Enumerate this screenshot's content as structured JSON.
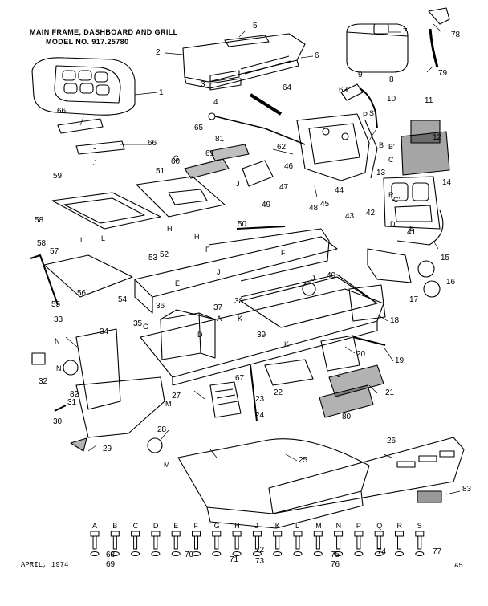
{
  "header": {
    "title": "MAIN FRAME, DASHBOARD AND GRILL",
    "model": "MODEL NO. 917.25780"
  },
  "footer": {
    "date": "APRIL, 1974",
    "page": "A5"
  },
  "callouts": [
    "1",
    "2",
    "3",
    "4",
    "5",
    "6",
    "7",
    "8",
    "9",
    "10",
    "11",
    "12",
    "13",
    "14",
    "15",
    "16",
    "17",
    "18",
    "19",
    "20",
    "21",
    "22",
    "23",
    "24",
    "25",
    "26",
    "27",
    "28",
    "29",
    "30",
    "31",
    "32",
    "33",
    "34",
    "35",
    "36",
    "37",
    "38",
    "39",
    "40",
    "41",
    "42",
    "43",
    "44",
    "45",
    "46",
    "47",
    "48",
    "49",
    "50",
    "51",
    "52",
    "53",
    "54",
    "55",
    "56",
    "57",
    "58",
    "59",
    "60",
    "61",
    "62",
    "63",
    "64",
    "65",
    "66",
    "67",
    "68",
    "69",
    "70",
    "71",
    "72",
    "73",
    "74",
    "75",
    "76",
    "77",
    "78",
    "79",
    "80",
    "81",
    "82",
    "83"
  ],
  "letter_marks": [
    "A",
    "B",
    "C",
    "D",
    "E",
    "F",
    "G",
    "H",
    "J",
    "K",
    "L",
    "M",
    "N",
    "P",
    "R",
    "S",
    "B'",
    "C'"
  ],
  "hardware_row": [
    {
      "letter": "A",
      "washer": "68",
      "extra": "69"
    },
    {
      "letter": "B",
      "washer": "",
      "extra": ""
    },
    {
      "letter": "C",
      "washer": "",
      "extra": ""
    },
    {
      "letter": "D",
      "washer": "",
      "extra": ""
    },
    {
      "letter": "E",
      "washer": "70",
      "extra": ""
    },
    {
      "letter": "F",
      "washer": "",
      "extra": ""
    },
    {
      "letter": "G",
      "washer": "71",
      "extra": ""
    },
    {
      "letter": "H",
      "washer": "72",
      "extra": "73"
    },
    {
      "letter": "J",
      "washer": "68",
      "extra": "69"
    },
    {
      "letter": "K",
      "washer": "68",
      "extra": "69"
    },
    {
      "letter": "L",
      "washer": "75",
      "extra": "76"
    },
    {
      "letter": "M",
      "washer": "68",
      "extra": "69"
    },
    {
      "letter": "N",
      "washer": "74",
      "extra": ""
    },
    {
      "letter": "P",
      "washer": "73",
      "extra": ""
    },
    {
      "letter": "Q",
      "washer": "77",
      "extra": ""
    },
    {
      "letter": "R",
      "washer": "",
      "extra": ""
    },
    {
      "letter": "S",
      "washer": "",
      "extra": ""
    }
  ]
}
